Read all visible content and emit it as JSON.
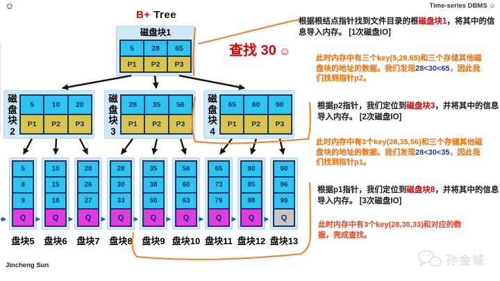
{
  "page": {
    "smiley_tl": "☺",
    "brand": "Time-series DBMS ☺",
    "title_red": "B+",
    "title_rest": "Tree",
    "search_label": "查找 30",
    "search_smiley": "☺",
    "footer": "Jincheng Sun",
    "watermark": "孙金城"
  },
  "tree": {
    "root": {
      "label": "磁盘块1",
      "keys": [
        "5",
        "28",
        "65"
      ],
      "ptrs": [
        "P1",
        "P2",
        "P3"
      ]
    },
    "internal": [
      {
        "label": "磁盘块2",
        "keys": [
          "5",
          "10",
          "20"
        ],
        "ptrs": [
          "P1",
          "P2",
          "P3"
        ]
      },
      {
        "label": "磁盘块3",
        "keys": [
          "28",
          "35",
          "56"
        ],
        "ptrs": [
          "P1",
          "P2",
          "P3"
        ]
      },
      {
        "label": "磁盘块4",
        "keys": [
          "65",
          "80",
          "90"
        ],
        "ptrs": [
          "P1",
          "P2",
          "P3"
        ]
      }
    ],
    "leaves": [
      {
        "label": "盘块5",
        "values": [
          "5",
          "8",
          "9"
        ],
        "q": "Q"
      },
      {
        "label": "盘块6",
        "values": [
          "10",
          "15",
          "18"
        ],
        "q": "Q"
      },
      {
        "label": "盘块7",
        "values": [
          "20",
          "26",
          "27"
        ],
        "q": "Q"
      },
      {
        "label": "盘块8",
        "values": [
          "28",
          "30",
          "33"
        ],
        "q": "Q"
      },
      {
        "label": "盘块9",
        "values": [
          "35",
          "38",
          "50"
        ],
        "q": "Q"
      },
      {
        "label": "盘块10",
        "values": [
          "56",
          "60",
          "63"
        ],
        "q": "Q"
      },
      {
        "label": "盘块11",
        "values": [
          "65",
          "73",
          "79"
        ],
        "q": "Q"
      },
      {
        "label": "盘块12",
        "values": [
          "80",
          "85",
          "88"
        ],
        "q": "Q"
      },
      {
        "label": "盘块13",
        "values": [
          "90",
          "96",
          "99"
        ],
        "q": "Q"
      }
    ]
  },
  "ann": {
    "step1": {
      "pre": "根据根结点指针找到文件目录的根",
      "hl": "磁盘块1",
      "post": "，将其中的信息导入内存。 [1次磁盘IO]"
    },
    "note1": {
      "a": "此时内存中有三个key(5,28,65)和三个存储其他磁盘块的地址的数据。我们发现",
      "b": "28<30<65",
      "c": "，因此我们找到指针p2。"
    },
    "step2": {
      "pre": "根据p2指针，我们定位到",
      "hl": "磁盘块3",
      "post": "，并将其中的信息导入内存。 [2次磁盘IO]"
    },
    "note2": {
      "a": "此时内存中有3个key(28,35,56)和三个存储其他磁盘块的地址的数据。我们发现",
      "b": "28<30<35",
      "c": "，因此我们找到指针p1。"
    },
    "step3": {
      "pre": "根据p1指针，我们定位到",
      "hl": "磁盘块8",
      "post": "，并将其中的信息导入内存。 [3次磁盘IO]"
    },
    "note3": {
      "text": "此时内存中有3个key(28,30,33)和对应的数据，完成查找。"
    }
  },
  "colors": {
    "accent_red": "#e00000",
    "orange_note": "#ff6a00",
    "red_note": "#ff3b1a",
    "blue_note": "#2336a0",
    "key_cyan": "#2cc5f1",
    "pointer_gold": "#d9c44e",
    "queue_magenta": "#e23ce2",
    "queue_gray": "#c6c6c6",
    "panel_blue": "#cfe8f8",
    "border_navy": "#17375e",
    "link_blue": "#1557d8",
    "annotation_orange": "#ff7a1f"
  }
}
